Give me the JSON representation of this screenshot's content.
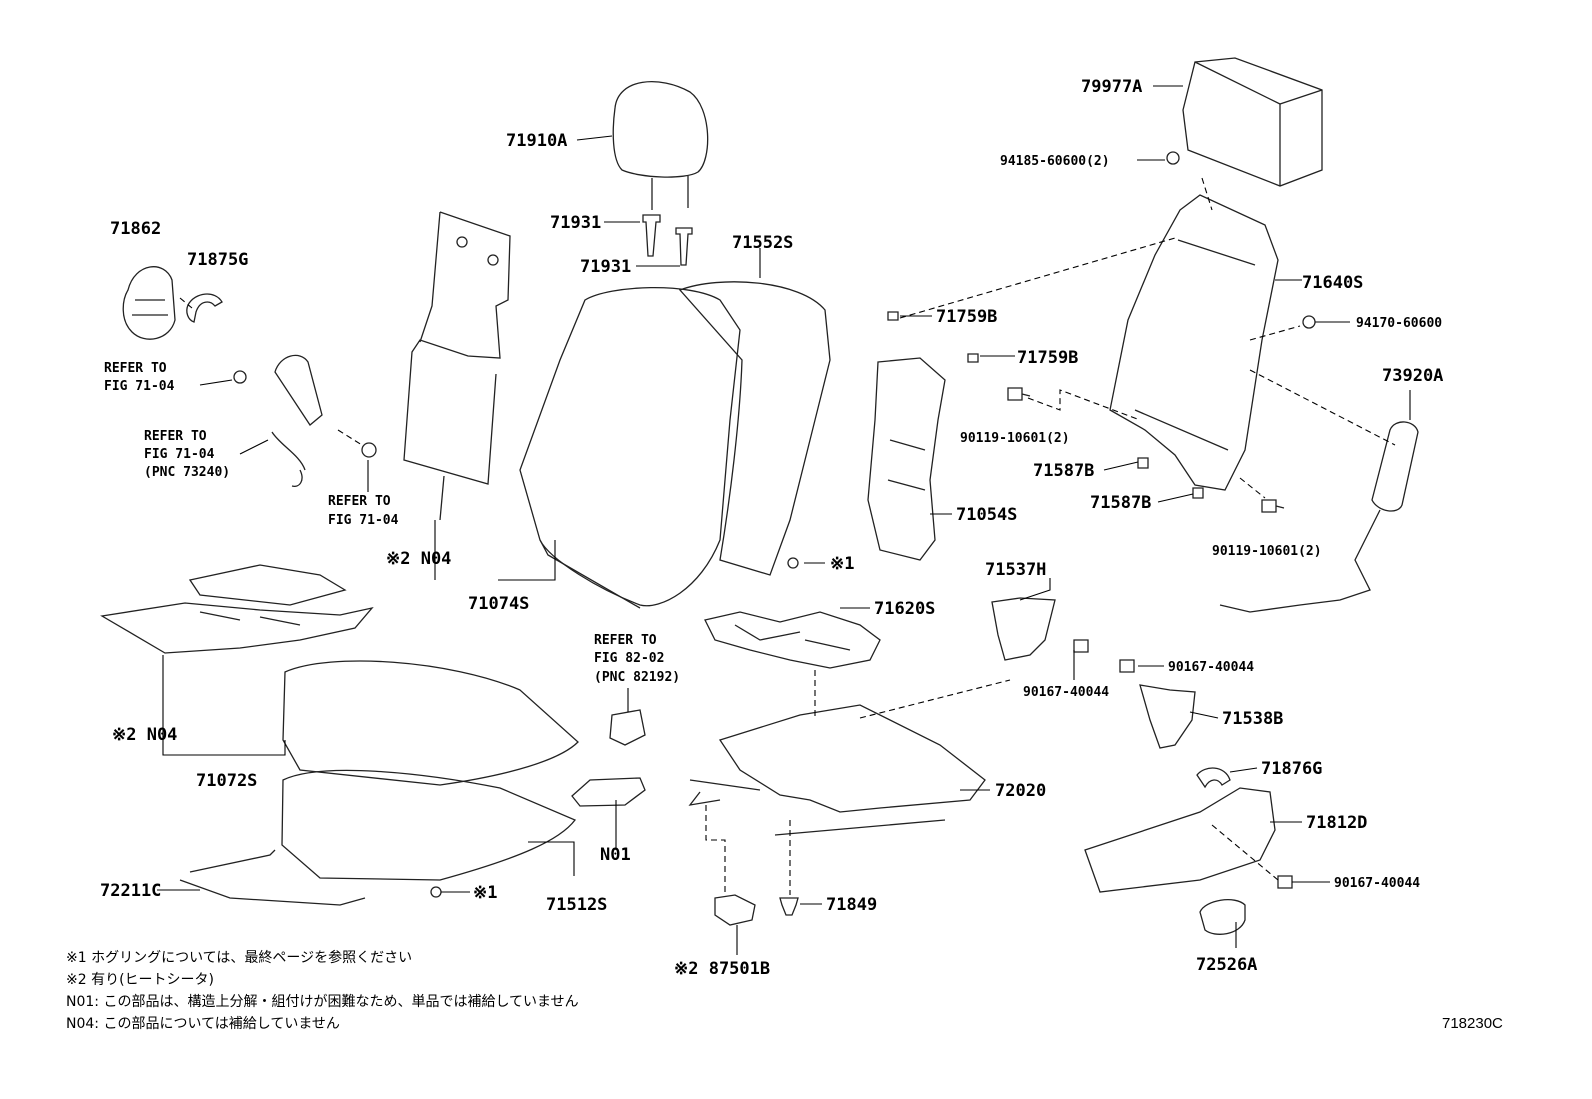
{
  "labels": {
    "p79977a": "79977A",
    "p71910a": "71910A",
    "p94185": "94185-60600(2)",
    "p71862": "71862",
    "p71875g": "71875G",
    "p71931a": "71931",
    "p71931b": "71931",
    "p71552s": "71552S",
    "p71640s": "71640S",
    "p71759b_1": "71759B",
    "p71759b_2": "71759B",
    "p94170": "94170-60600",
    "p73920a": "73920A",
    "p90119_a": "90119-10601(2)",
    "p71587b_1": "71587B",
    "p71587b_2": "71587B",
    "p71054s": "71054S",
    "p90119_b": "90119-10601(2)",
    "p71537h": "71537H",
    "p71620s": "71620S",
    "p90167_a": "90167-40044",
    "p90167_b": "90167-40044",
    "p71538b": "71538B",
    "p72020": "72020",
    "p71876g": "71876G",
    "p71812d": "71812D",
    "p90167_c": "90167-40044",
    "p72526a": "72526A",
    "p71849": "71849",
    "p87501b": "※2 87501B",
    "p71512s": "71512S",
    "p72211c": "72211C",
    "p71072s": "71072S",
    "p71074s": "71074S",
    "n04_upper": "※2 N04",
    "n04_lower": "※2 N04",
    "n01": "N01",
    "ring1": "※1",
    "ring2": "※1"
  },
  "refs": {
    "ref1_line1": "REFER TO",
    "ref1_line2": "FIG 71-04",
    "ref2_line1": "REFER TO",
    "ref2_line2": "FIG 71-04",
    "ref2_line3": "(PNC 73240)",
    "ref3_line1": "REFER TO",
    "ref3_line2": "FIG 71-04",
    "ref4_line1": "REFER TO",
    "ref4_line2": "FIG 82-02",
    "ref4_line3": "(PNC 82192)"
  },
  "notes": [
    "※1 ホグリングについては、最終ページを参照ください",
    "※2 有り(ヒートシータ)",
    "N01: この部品は、構造上分解・組付けが困難なため、単品では補給していません",
    "N04: この部品については補給していません"
  ],
  "diagram_code": "718230C"
}
